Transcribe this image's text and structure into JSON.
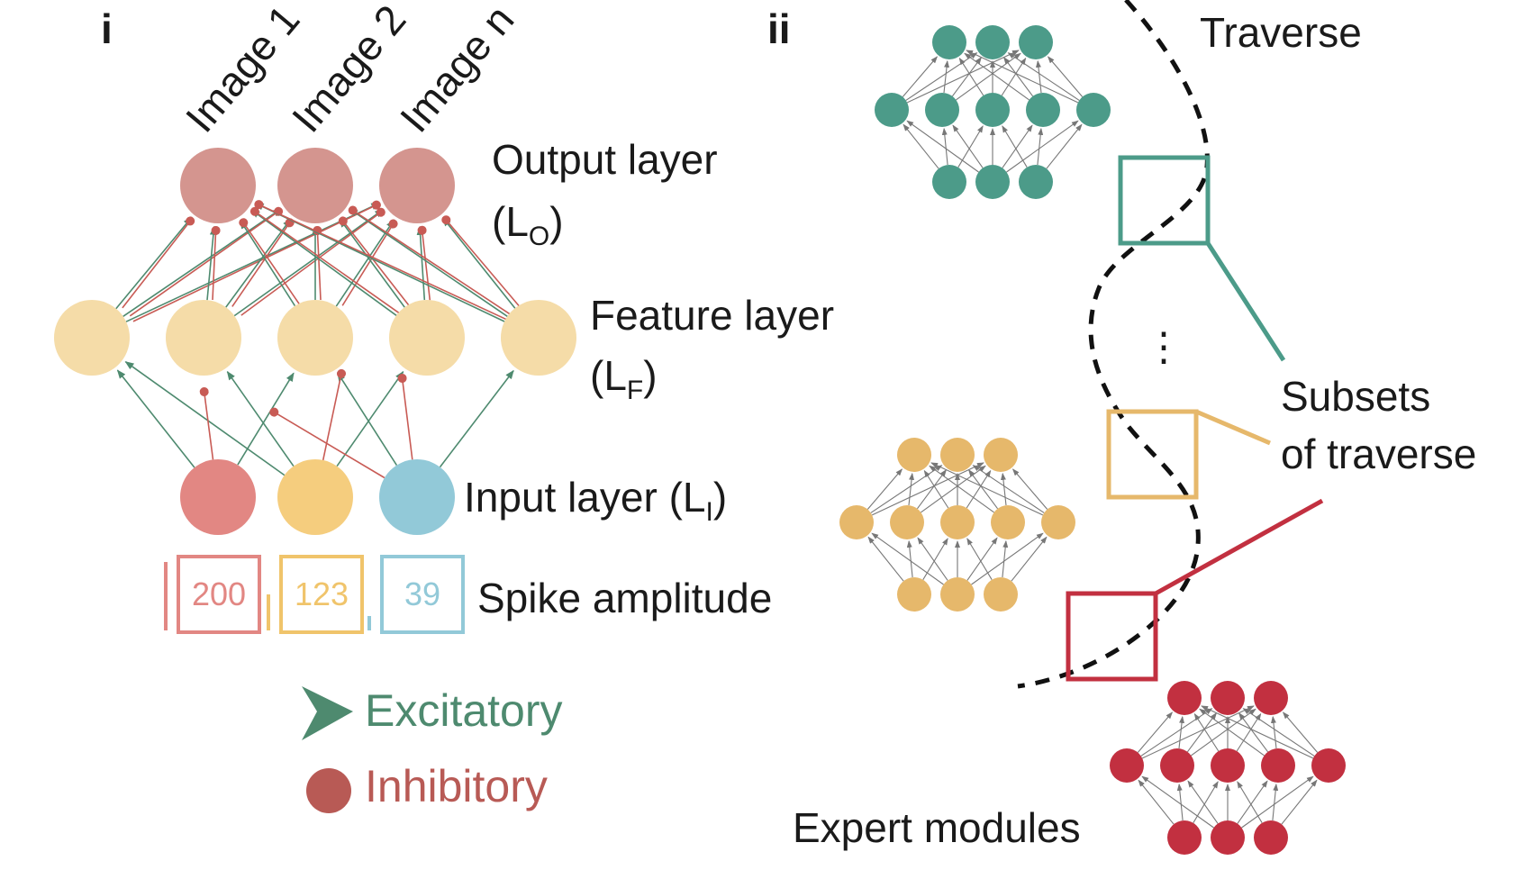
{
  "panel_i": {
    "label": "i",
    "image_labels": [
      "Image 1",
      "Image 2",
      "Image n"
    ],
    "output_layer": {
      "text": "Output layer",
      "paren_open": "(L",
      "sub": "O",
      "paren_close": ")"
    },
    "feature_layer": {
      "text": "Feature layer",
      "paren_open": "(L",
      "sub": "F",
      "paren_close": ")"
    },
    "input_layer": {
      "text": "Input layer (L",
      "sub": "I",
      "paren_close": ")"
    },
    "spike_amplitude": {
      "label": "Spike amplitude",
      "values": [
        "200",
        "123",
        "39"
      ]
    },
    "legend": {
      "excitatory": "Excitatory",
      "inhibitory": "Inhibitory"
    }
  },
  "panel_ii": {
    "label": "ii",
    "traverse": "Traverse",
    "ellipsis": "⋮",
    "subsets_line1": "Subsets",
    "subsets_line2": "of traverse",
    "expert_modules": "Expert modules"
  },
  "colors": {
    "output_node": "#d4958f",
    "feature_node": "#f5dca8",
    "input_nodes": [
      "#e28783",
      "#f5cd7e",
      "#92c9d8"
    ],
    "excitatory": "#4e8a6f",
    "inhibitory": "#c85b55",
    "teal": "#4c9b89",
    "gold": "#e6b86b",
    "red": "#c23040",
    "amp_colors": [
      "#e28783",
      "#f0c46b",
      "#92c9d8"
    ],
    "gray_link": "#777777"
  }
}
